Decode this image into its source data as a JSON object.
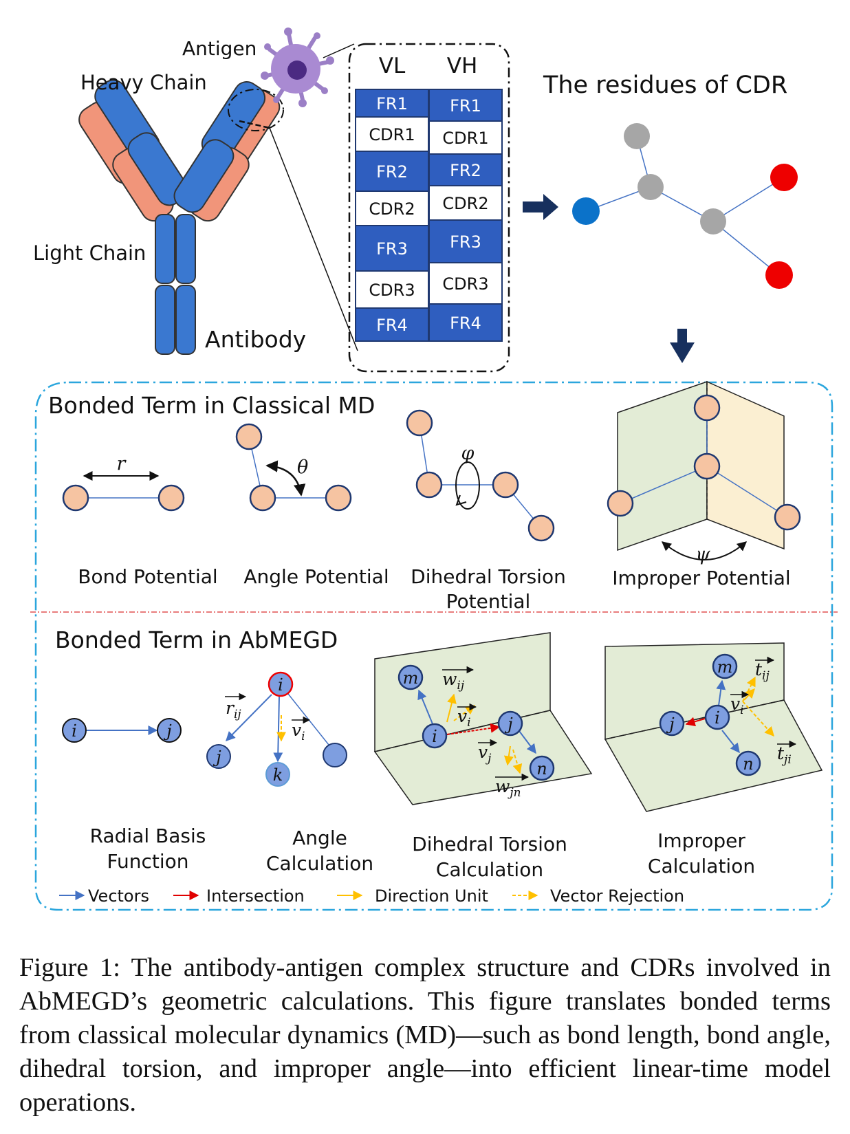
{
  "antibody": {
    "antigen_label": "Antigen",
    "heavy_chain_label": "Heavy Chain",
    "light_chain_label": "Light Chain",
    "antibody_label": "Antibody"
  },
  "domains": {
    "vl_header": "VL",
    "vh_header": "VH",
    "vl_rows": [
      "FR1",
      "CDR1",
      "FR2",
      "CDR2",
      "FR3",
      "CDR3",
      "FR4"
    ],
    "vh_rows": [
      "FR1",
      "CDR1",
      "FR2",
      "CDR2",
      "FR3",
      "CDR3",
      "FR4"
    ]
  },
  "cdr_graph": {
    "title": "The residues of CDR"
  },
  "classical_md": {
    "title": "Bonded Term in Classical MD",
    "bond_symbol": "r",
    "angle_symbol": "θ",
    "dihedral_symbol": "φ",
    "improper_symbol": "ψ",
    "labels": {
      "bond": "Bond Potential",
      "angle": "Angle Potential",
      "dihedral_line1": "Dihedral Torsion",
      "dihedral_line2": "Potential",
      "improper": "Improper  Potential"
    }
  },
  "abmegd": {
    "title": "Bonded Term in AbMEGD",
    "labels": {
      "rbf_line1": "Radial Basis",
      "rbf_line2": "Function",
      "angle_line1": "Angle",
      "angle_line2": "Calculation",
      "dihedral_line1": "Dihedral Torsion",
      "dihedral_line2": "Calculation",
      "improper_line1": "Improper",
      "improper_line2": "Calculation"
    },
    "node_i": "i",
    "node_j": "j",
    "node_k": "k",
    "node_m": "m",
    "node_n": "n",
    "vec_r_base": "r",
    "vec_v_base": "v",
    "vec_w_base": "w",
    "vec_t_base": "t",
    "sub_ij": "ij",
    "sub_i": "i",
    "sub_j": "j",
    "sub_jn": "jn",
    "sub_ji": "ji"
  },
  "legend": {
    "vectors": "Vectors",
    "intersection": "Intersection",
    "direction_unit": "Direction Unit",
    "vector_rejection": "Vector Rejection"
  },
  "colors": {
    "chain_blue": "#3a78d0",
    "chain_orange": "#f1957a",
    "domain_blue": "#2f5ebf",
    "atom_peach": "#f6c4a2",
    "atom_outline": "#1f3870",
    "residue_gray": "#a6a6a6",
    "residue_blue": "#0b72c9",
    "residue_red": "#ee0000",
    "node_blue": "#7e9ee0",
    "plane_green": "#e3ecd6",
    "plane_yellow": "#fbefd2",
    "arrow_navy": "#17305e",
    "frame_dash": "#2ba6dd",
    "legend_blue": "#4472c4",
    "legend_red": "#e00000",
    "legend_yellow": "#ffc000"
  },
  "caption": "Figure 1: The antibody-antigen complex structure and CDRs involved in AbMEGD’s geometric calculations. This figure translates bonded terms from classical molecular dynamics (MD)—such as bond length, bond angle, dihedral torsion, and improper angle—into efficient linear-time model operations."
}
